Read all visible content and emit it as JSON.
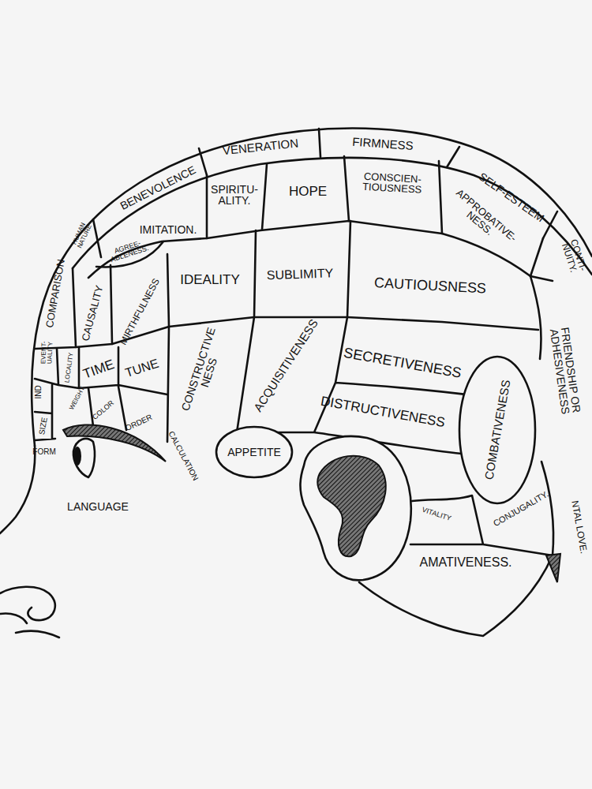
{
  "diagram": {
    "nodes": [
      {
        "text": [
          "VENERATION"
        ]
      },
      {
        "text": [
          "FIRMNESS"
        ]
      },
      {
        "text": [
          "BENEVOLENCE"
        ]
      },
      {
        "text": [
          "SPIRITU- ALITY."
        ]
      },
      {
        "text": [
          "HOPE"
        ]
      },
      {
        "text": [
          "CONSCIEN- TIOUSNESS"
        ]
      },
      {
        "text": [
          "SELF-ESTEEM"
        ]
      },
      {
        "text": [
          "HUMAN NATURE"
        ]
      },
      {
        "text": [
          "IMITATION."
        ]
      },
      {
        "text": [
          "APPROBATIVE- NESS."
        ]
      },
      {
        "text": [
          "AGREE- ABLENESS."
        ]
      },
      {
        "text": [
          "CONTI- NUITY."
        ]
      },
      {
        "text": [
          "IDEALITY"
        ]
      },
      {
        "text": [
          "SUBLIMITY"
        ]
      },
      {
        "text": [
          "CAUTIOUSNESS"
        ]
      },
      {
        "text": [
          "COMPARISON"
        ]
      },
      {
        "text": [
          "CAUSALITY"
        ]
      },
      {
        "text": [
          "MIRTHFULNESS"
        ]
      },
      {
        "text": [
          "FRIENDSHIP OR ADHESIVENESS"
        ]
      },
      {
        "text": [
          "SECRETIVENESS"
        ]
      },
      {
        "text": [
          "EVENT- UALITY"
        ]
      },
      {
        "text": [
          "LOCALITY"
        ]
      },
      {
        "text": [
          "TIME"
        ]
      },
      {
        "text": [
          "TUNE"
        ]
      },
      {
        "text": [
          "CONSTRUCTIVE NESS"
        ]
      },
      {
        "text": [
          "ACQUISITIVENESS"
        ]
      },
      {
        "text": [
          "IND"
        ]
      },
      {
        "text": [
          "DISTRUCTIVENESS"
        ]
      },
      {
        "text": [
          "WEIGHT"
        ]
      },
      {
        "text": [
          "COLOR"
        ]
      },
      {
        "text": [
          "ORDER"
        ]
      },
      {
        "text": [
          "SIZE"
        ]
      },
      {
        "text": [
          "COMBATIVENESS"
        ]
      },
      {
        "text": [
          "FORM"
        ]
      },
      {
        "text": [
          "CALCULATION"
        ]
      },
      {
        "text": [
          "APPETITE"
        ]
      },
      {
        "text": [
          "VITALITY"
        ]
      },
      {
        "text": [
          "CONJUGALITY."
        ]
      },
      {
        "text": [
          "NTAL LOVE."
        ]
      },
      {
        "text": [
          "AMATIVENESS."
        ]
      }
    ],
    "labels": [
      "LANGUAGE"
    ]
  }
}
